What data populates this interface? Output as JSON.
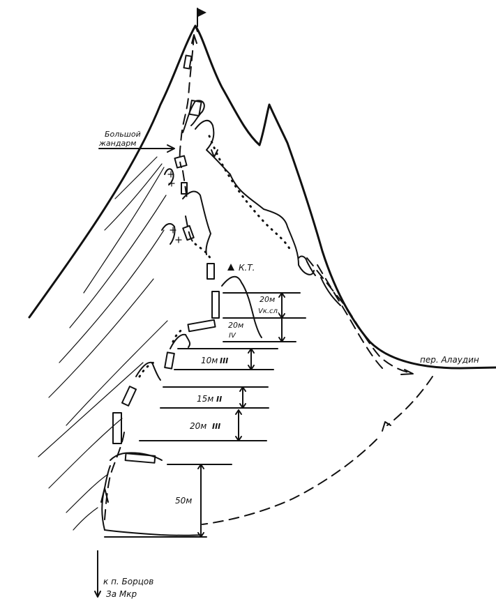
{
  "labels": {
    "big_gendarme_line1": "Большой",
    "big_gendarme_line2": "жандарм",
    "control_tour": "К.Т.",
    "pass": "пер. Алаудин",
    "approach_line1": "к п. Борцов",
    "approach_line2": "За Мкр"
  },
  "pitches": [
    {
      "length": "20м",
      "grade": "Vк.сл."
    },
    {
      "length": "20м",
      "grade": "IV"
    },
    {
      "length": "10м",
      "grade": "III"
    },
    {
      "length": "15м",
      "grade": "II"
    },
    {
      "length": "20м",
      "grade": "III"
    },
    {
      "length": "50м",
      "grade": ""
    }
  ],
  "colors": {
    "ink": "#111111",
    "paper": "#ffffff"
  }
}
